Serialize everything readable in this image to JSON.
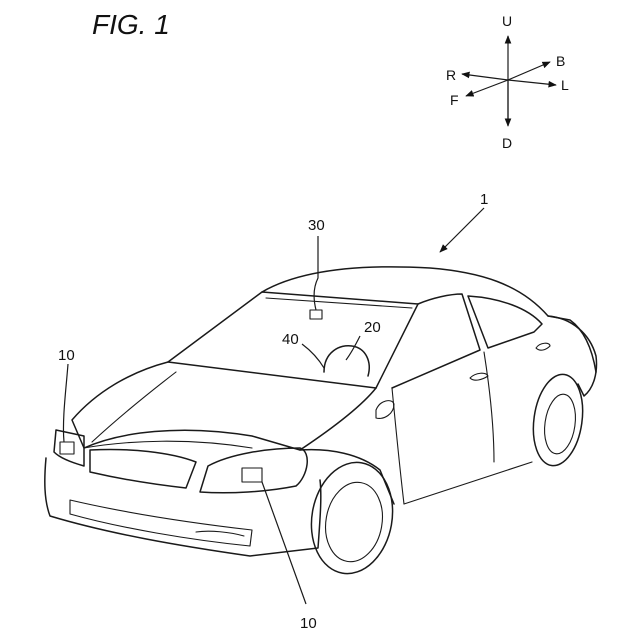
{
  "figure": {
    "title": "FIG. 1"
  },
  "compass": {
    "up": "U",
    "down": "D",
    "right": "R",
    "left": "L",
    "front": "F",
    "back": "B"
  },
  "labels": {
    "vehicle": "1",
    "left_lamp_unit": "10",
    "right_lamp_unit": "10",
    "steering_wheel": "20",
    "windshield_unit": "30",
    "control_unit": "40"
  }
}
